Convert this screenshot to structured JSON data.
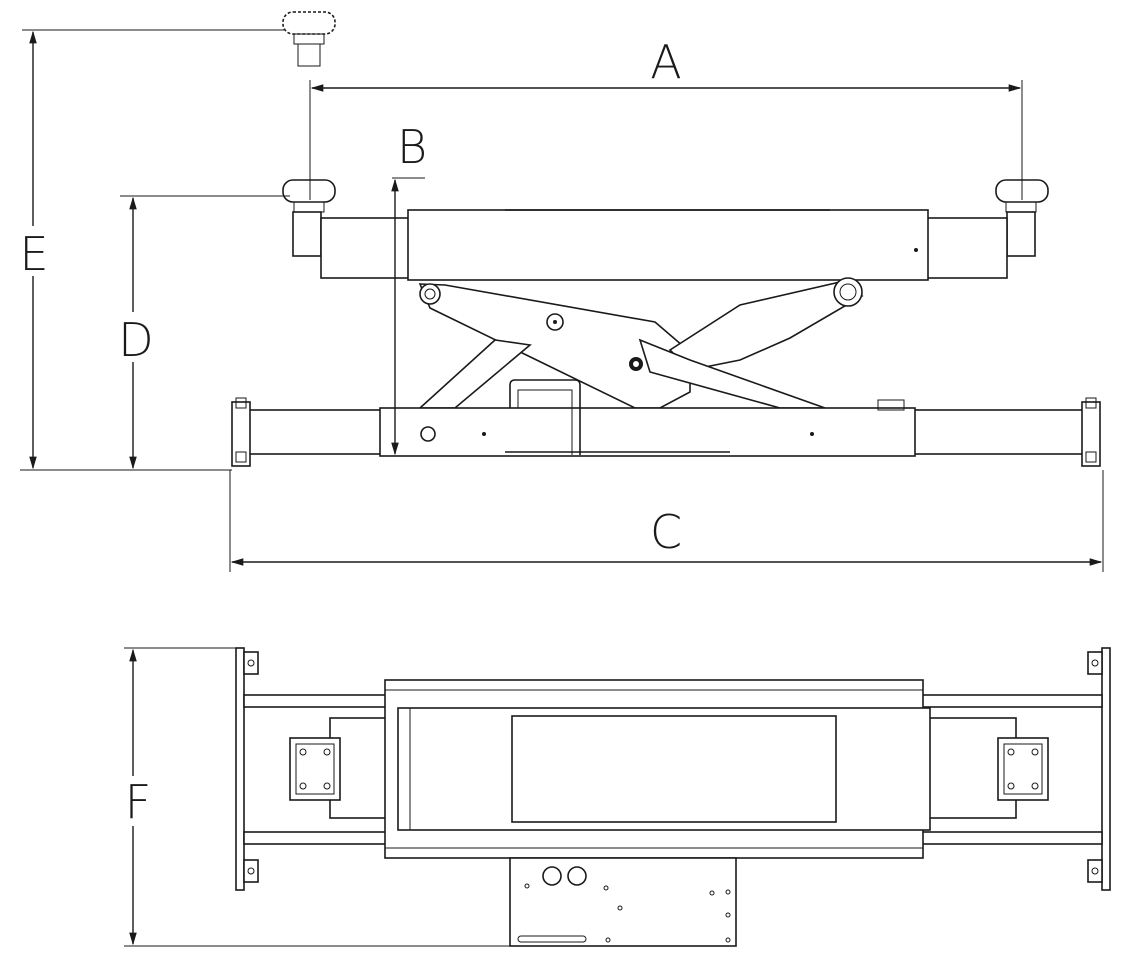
{
  "diagram": {
    "dimension_labels": {
      "a": "A",
      "b": "B",
      "c": "C",
      "d": "D",
      "e": "E",
      "f": "F"
    }
  }
}
